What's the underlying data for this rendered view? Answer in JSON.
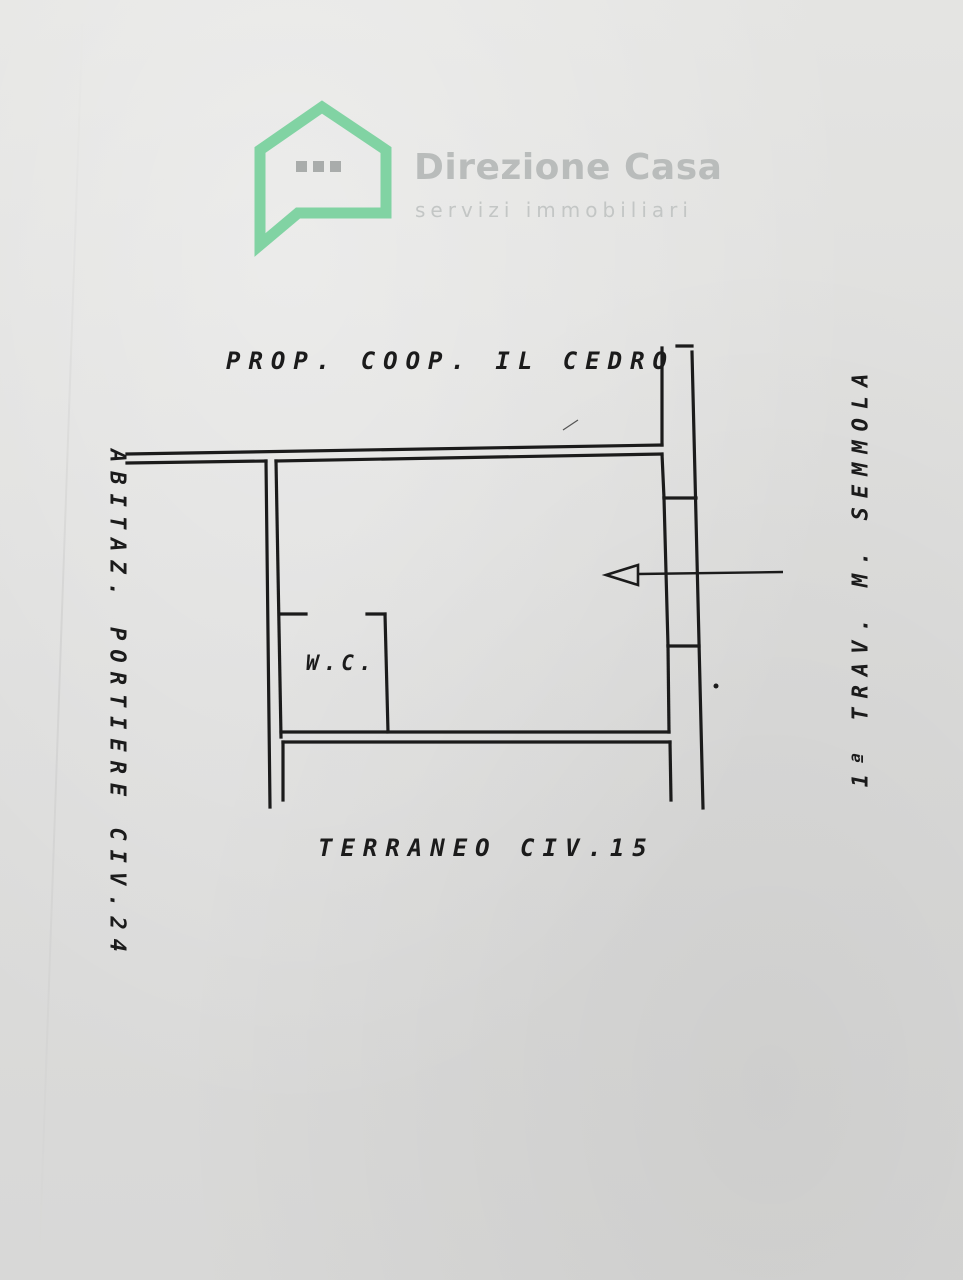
{
  "watermark": {
    "brand_name": "Direzione Casa",
    "tagline": "servizi immobiliari",
    "icon": "house-speech-icon",
    "accent_color": "#6fcf97",
    "text_color": "#b9bcbb"
  },
  "floor_plan": {
    "north_label": "PROP. COOP. IL CEDRO",
    "south_label": "TERRANEO CIV.15",
    "west_label": "ABITAZ. PORTIERE CIV.24",
    "east_label": "1ª TRAV. M. SEMMOLA",
    "room_label": "W.C.",
    "entrance_icon": "entrance-arrow-icon",
    "line_color": "#1b1b1b"
  }
}
